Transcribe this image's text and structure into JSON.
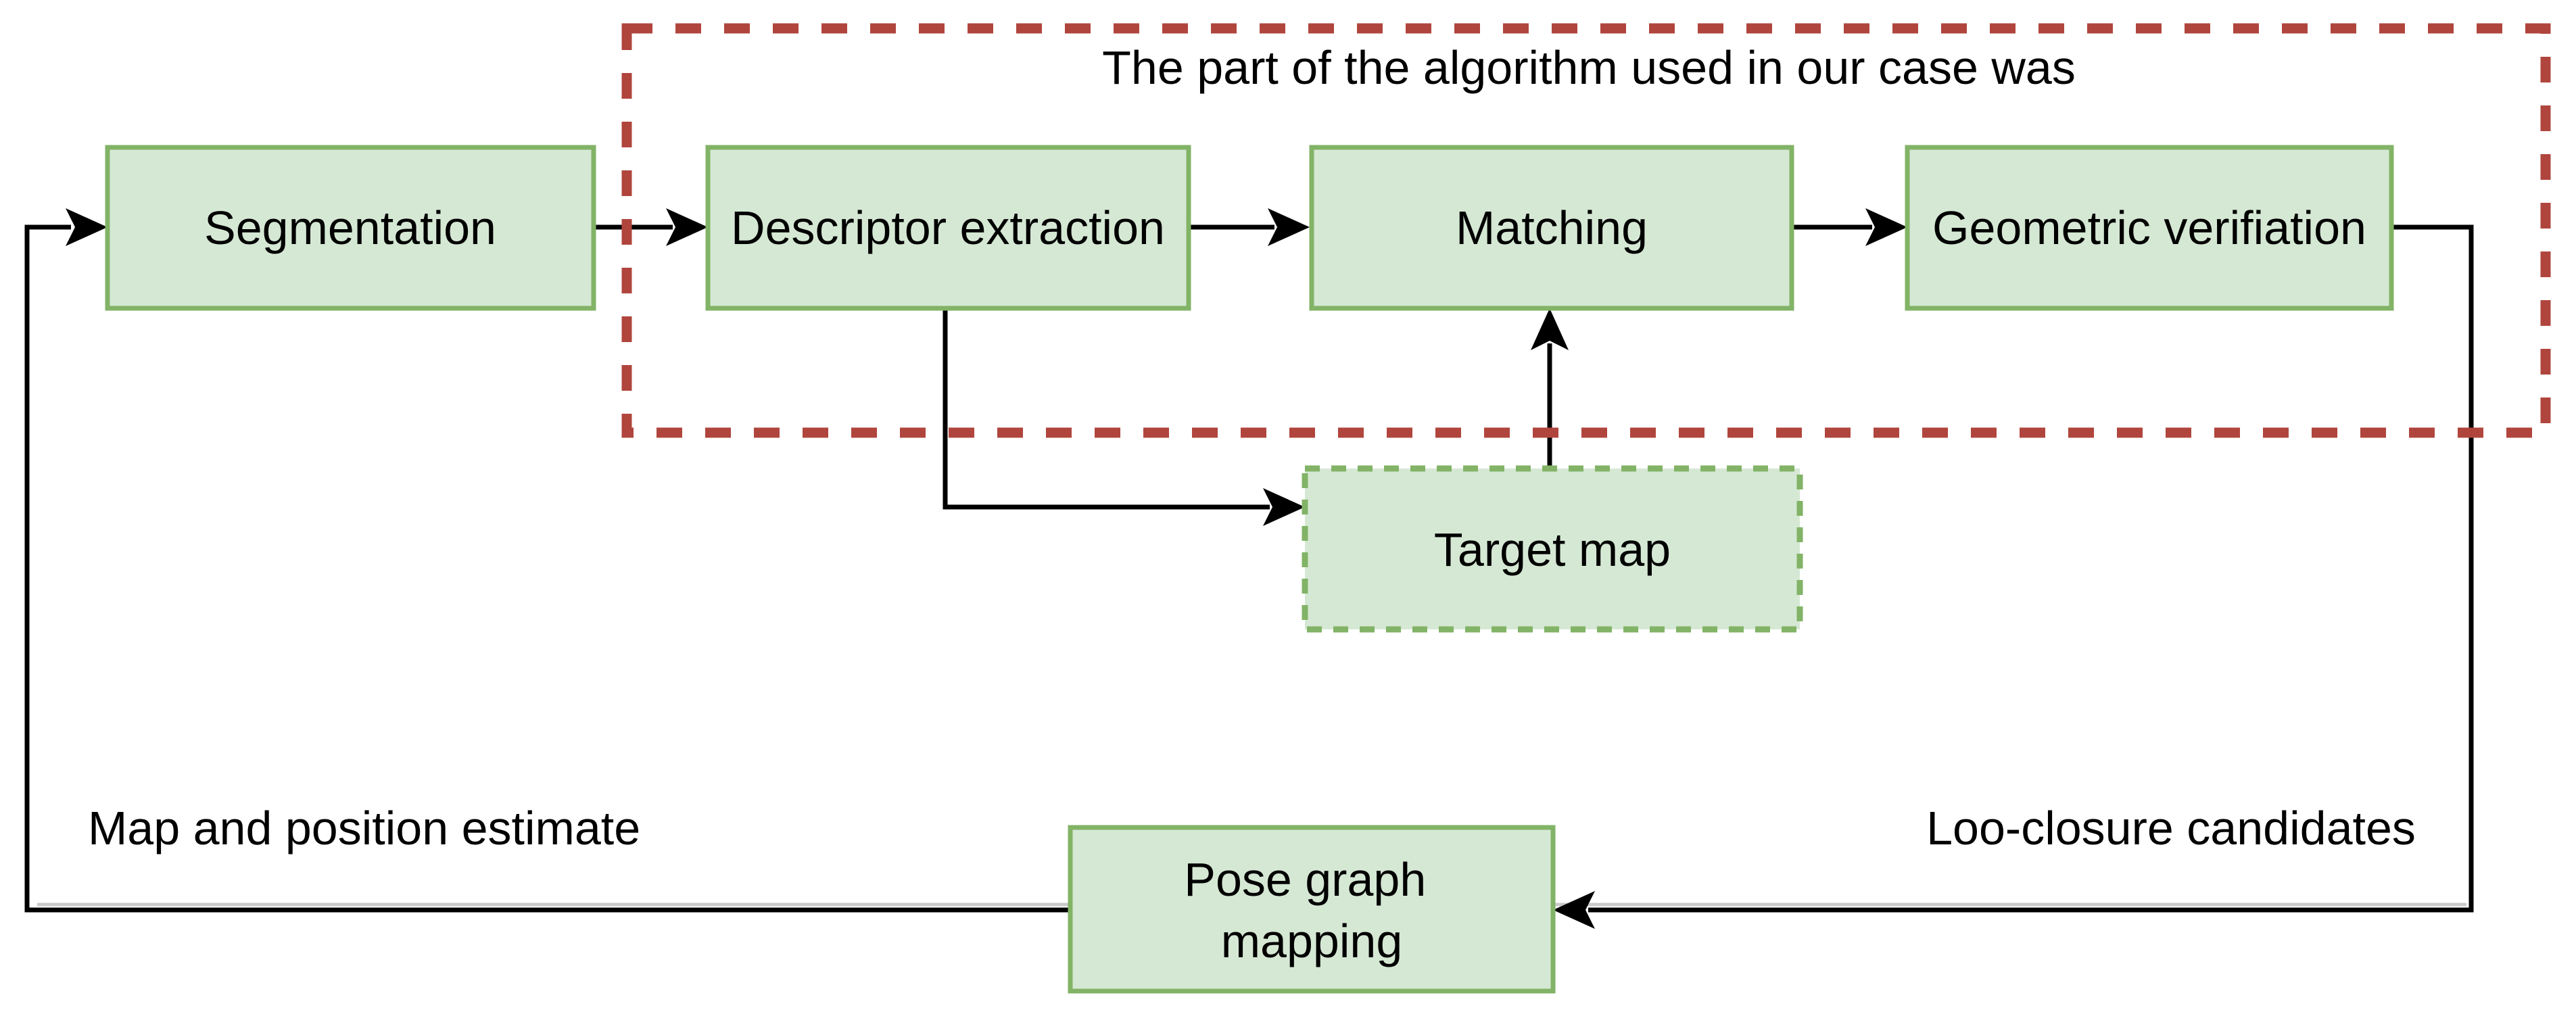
{
  "colors": {
    "background": "#ffffff",
    "box-fill": "#d5e8d4",
    "box-stroke": "#82b366",
    "red-dashed": "#b0453d",
    "line": "#000000",
    "artifact-gray": "#c9c9c9",
    "text": "#000000"
  },
  "scope_annotation": {
    "label": "The part of the algorithm used in our case was"
  },
  "nodes": {
    "segmentation": {
      "label": "Segmentation"
    },
    "descriptor_extraction": {
      "label": "Descriptor extraction"
    },
    "matching": {
      "label": "Matching"
    },
    "geometric_verification": {
      "label": "Geometric verifiation"
    },
    "target_map": {
      "label": "Target map"
    },
    "pose_graph_mapping": {
      "line1": "Pose graph",
      "line2": "mapping"
    }
  },
  "edge_labels": {
    "map_position_estimate": "Map and position estimate",
    "loop_closure_candidates": "Loo-closure candidates"
  }
}
